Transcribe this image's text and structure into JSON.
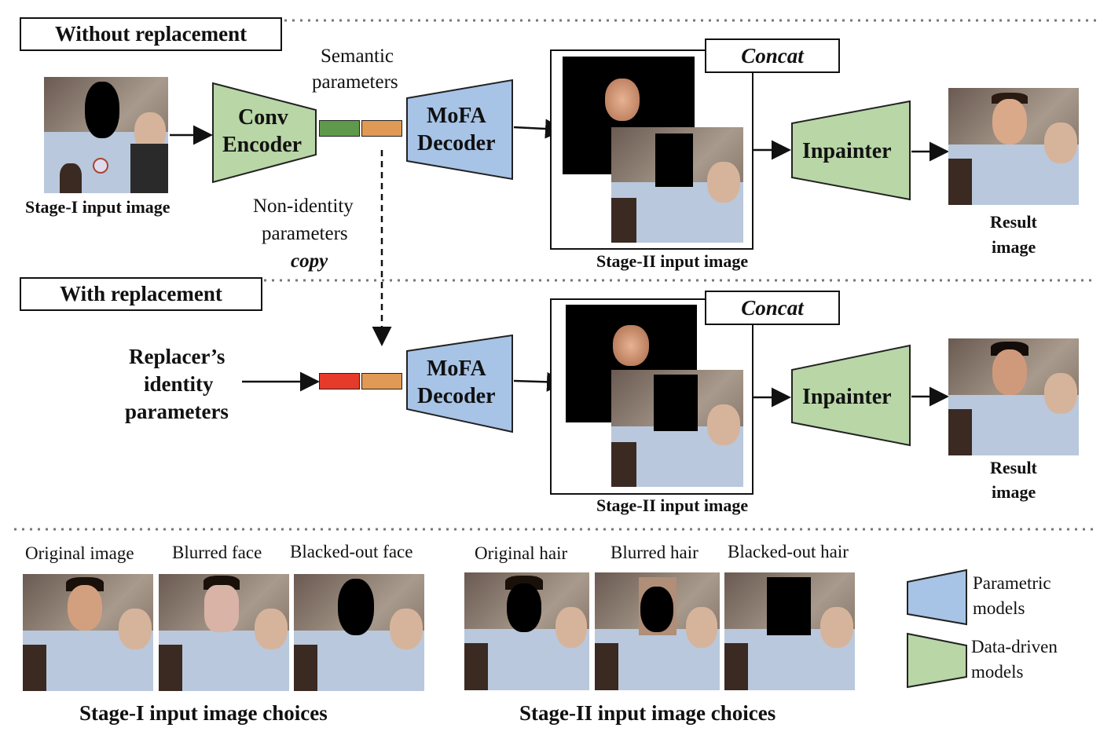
{
  "sections": {
    "without": "Without replacement",
    "with": "With replacement"
  },
  "labels": {
    "stage1_input": "Stage-I input image",
    "semantic_line1": "Semantic",
    "semantic_line2": "parameters",
    "conv_line1": "Conv",
    "conv_line2": "Encoder",
    "mofa_line1": "MoFA",
    "mofa_line2": "Decoder",
    "concat": "Concat",
    "inpainter": "Inpainter",
    "result_line1": "Result",
    "result_line2": "image",
    "stage2_input": "Stage-II input image",
    "nonid_line1": "Non-identity",
    "nonid_line2": "parameters",
    "copy": "copy",
    "replacer_line1": "Replacer’s",
    "replacer_line2": "identity",
    "replacer_line3": "parameters"
  },
  "choices": {
    "stage1": [
      "Original image",
      "Blurred face",
      "Blacked-out face"
    ],
    "stage2": [
      "Original hair",
      "Blurred hair",
      "Blacked-out hair"
    ],
    "stage1_title": "Stage-I input  image choices",
    "stage2_title": "Stage-II input  image choices"
  },
  "legend": {
    "parametric_line1": "Parametric",
    "parametric_line2": "models",
    "datadriven_line1": "Data-driven",
    "datadriven_line2": "models"
  },
  "colors": {
    "parametric": "#a7c3e6",
    "data_driven": "#b9d6a6",
    "vector_green": "#5f9a4c",
    "vector_orange": "#e09a55",
    "vector_red": "#e63a2a"
  }
}
